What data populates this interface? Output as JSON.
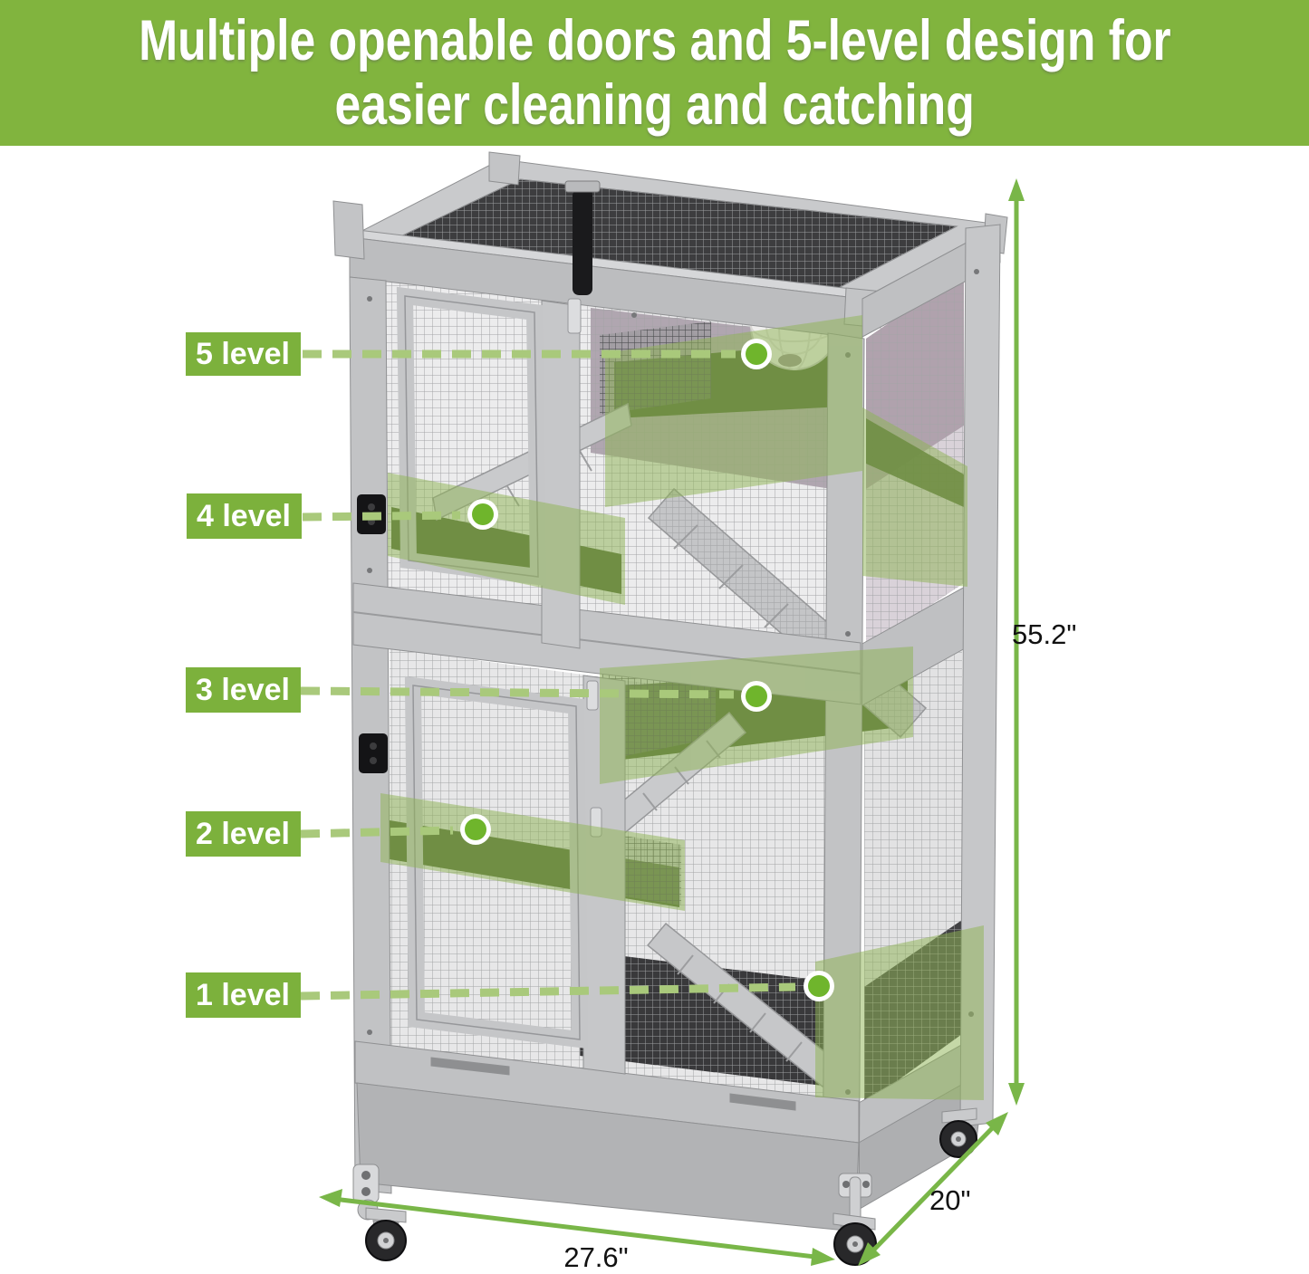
{
  "header": {
    "title_line1": "Multiple openable doors and 5-level design for",
    "title_line2": "easier cleaning and catching"
  },
  "levels": [
    {
      "label": "5 level"
    },
    {
      "label": "4 level"
    },
    {
      "label": "3 level"
    },
    {
      "label": "2 level"
    },
    {
      "label": "1 level"
    }
  ],
  "dimensions": {
    "height": "55.2\"",
    "width": "27.6\"",
    "depth": "20\""
  },
  "colors": {
    "header_green": "#81b43e",
    "badge_green": "#7cb13c",
    "leader_green": "#a9c97b",
    "dot_green": "#6fb52c",
    "arrow_green": "#79b648",
    "highlight_green": "#8fb457",
    "platform_olive": "#4e6530",
    "cage_gray": "#c2c3c5"
  }
}
